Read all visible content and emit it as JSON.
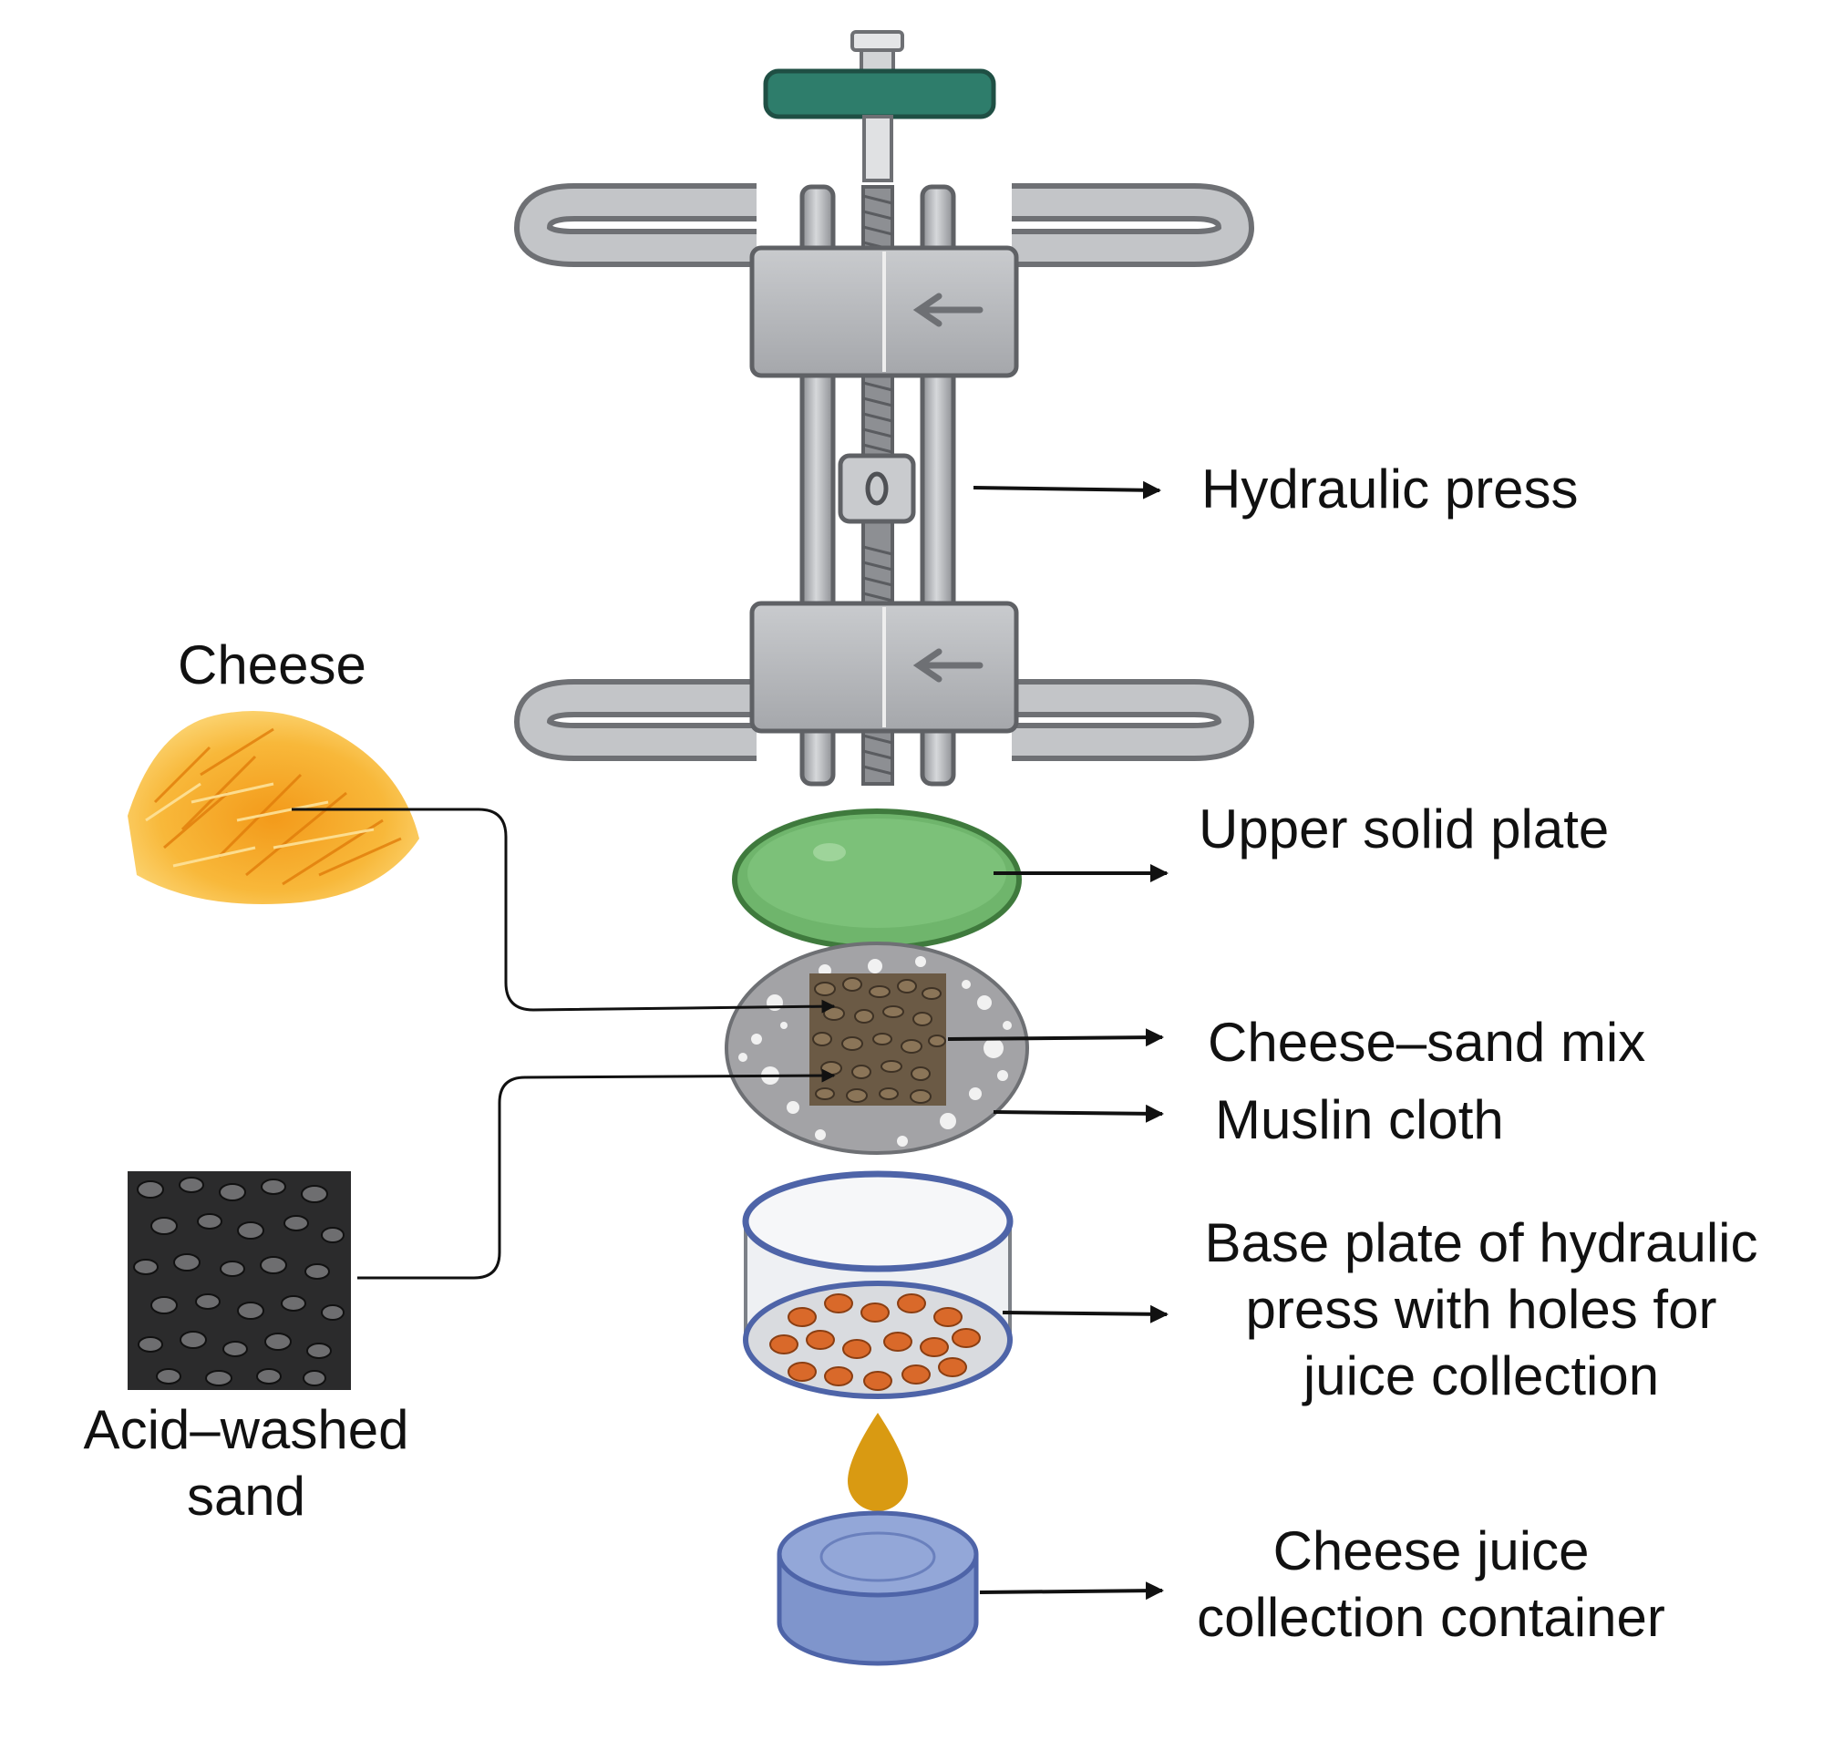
{
  "labels": {
    "hydraulic_press": "Hydraulic press",
    "cheese": "Cheese",
    "upper_solid_plate": "Upper solid plate",
    "cheese_sand_mix": "Cheese–sand mix",
    "muslin_cloth": "Muslin cloth",
    "base_plate_line1": "Base plate of hydraulic",
    "base_plate_line2": "press with holes for",
    "base_plate_line3": "juice collection",
    "acid_sand_line1": "Acid–washed",
    "acid_sand_line2": "sand",
    "container_line1": "Cheese juice",
    "container_line2": "collection container"
  },
  "colors": {
    "handle_green": "#2e7d6b",
    "metal": "#b8babd",
    "metal_dark": "#6e7074",
    "plate_green": "#6fb56c",
    "cloth_grey": "#a3a3a6",
    "sand_brown": "#6b5a45",
    "cheese_orange": "#f6a623",
    "hole_orange": "#d9692a",
    "juice_amber": "#d99a12",
    "container_blue": "#7f95cc",
    "arrow": "#111111"
  },
  "icons": [
    "hydraulic-press-icon",
    "cheese-icon",
    "upper-plate-icon",
    "cheese-sand-mix-icon",
    "base-plate-icon",
    "juice-drop-icon",
    "collection-container-icon",
    "sand-icon"
  ]
}
